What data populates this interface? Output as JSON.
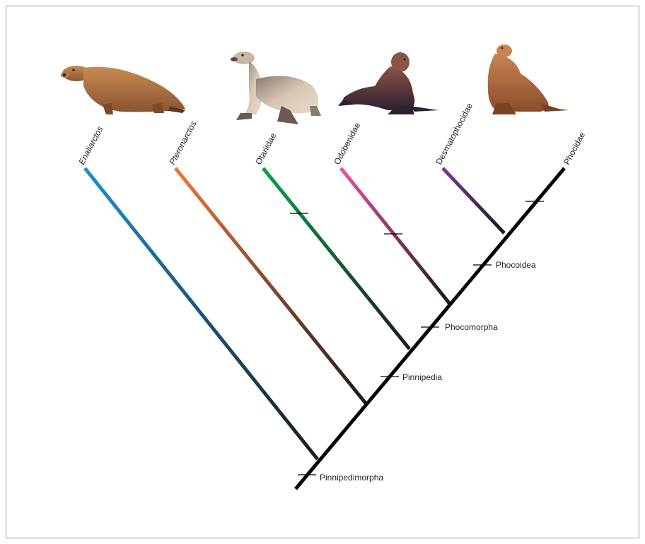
{
  "taxa": [
    {
      "label": "Enaliarctos",
      "italic": true,
      "color": "#1a8fd6"
    },
    {
      "label": "Pteronarctos",
      "italic": true,
      "color": "#f0753a"
    },
    {
      "label": "Otariidae",
      "italic": false,
      "color": "#0aa04a"
    },
    {
      "label": "Odobenidae",
      "italic": false,
      "color": "#ef4fa6"
    },
    {
      "label": "Desmatophocidae",
      "italic": false,
      "color": "#7a3aa0"
    },
    {
      "label": "Phocidae",
      "italic": false,
      "color": "#000000"
    }
  ],
  "clades": [
    {
      "label": "Pinnipedimorpha"
    },
    {
      "label": "Pinnipedia"
    },
    {
      "label": "Phocomorpha"
    },
    {
      "label": "Phocoidea"
    }
  ],
  "animal_icons": [
    "bear-like-pinniped-icon",
    "sea-lion-icon",
    "walrus-icon",
    "fur-seal-icon"
  ],
  "colors": {
    "stem": "#000000",
    "frame_border": "#9a9a9a",
    "fur_brown": "#b87845",
    "fur_light": "#cfb49a",
    "fur_dark": "#4a3430"
  }
}
